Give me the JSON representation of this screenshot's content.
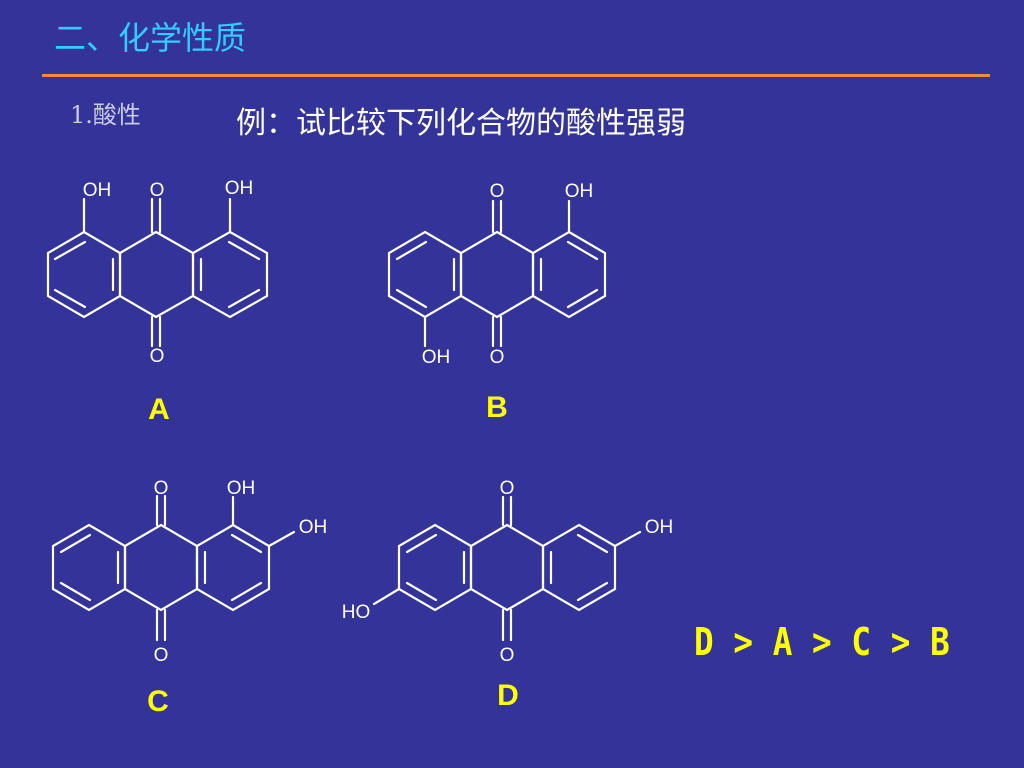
{
  "slide": {
    "title": "二、化学性质",
    "section": "1.酸性",
    "question": "例：试比较下列化合物的酸性强弱",
    "answer": "D > A > C > B"
  },
  "molecules": [
    {
      "id": "A",
      "label": "A",
      "substituents": [
        "OH",
        "O",
        "OH",
        "O"
      ]
    },
    {
      "id": "B",
      "label": "B",
      "substituents": [
        "O",
        "OH",
        "OH",
        "O"
      ]
    },
    {
      "id": "C",
      "label": "C",
      "substituents": [
        "O",
        "OH",
        "OH",
        "O"
      ]
    },
    {
      "id": "D",
      "label": "D",
      "substituents": [
        "O",
        "OH",
        "HO",
        "O"
      ]
    }
  ],
  "colors": {
    "background": "#333399",
    "title": "#33ccff",
    "rule": "#f08a3c",
    "labels": "#ffff00",
    "structure": "#ffffff"
  }
}
